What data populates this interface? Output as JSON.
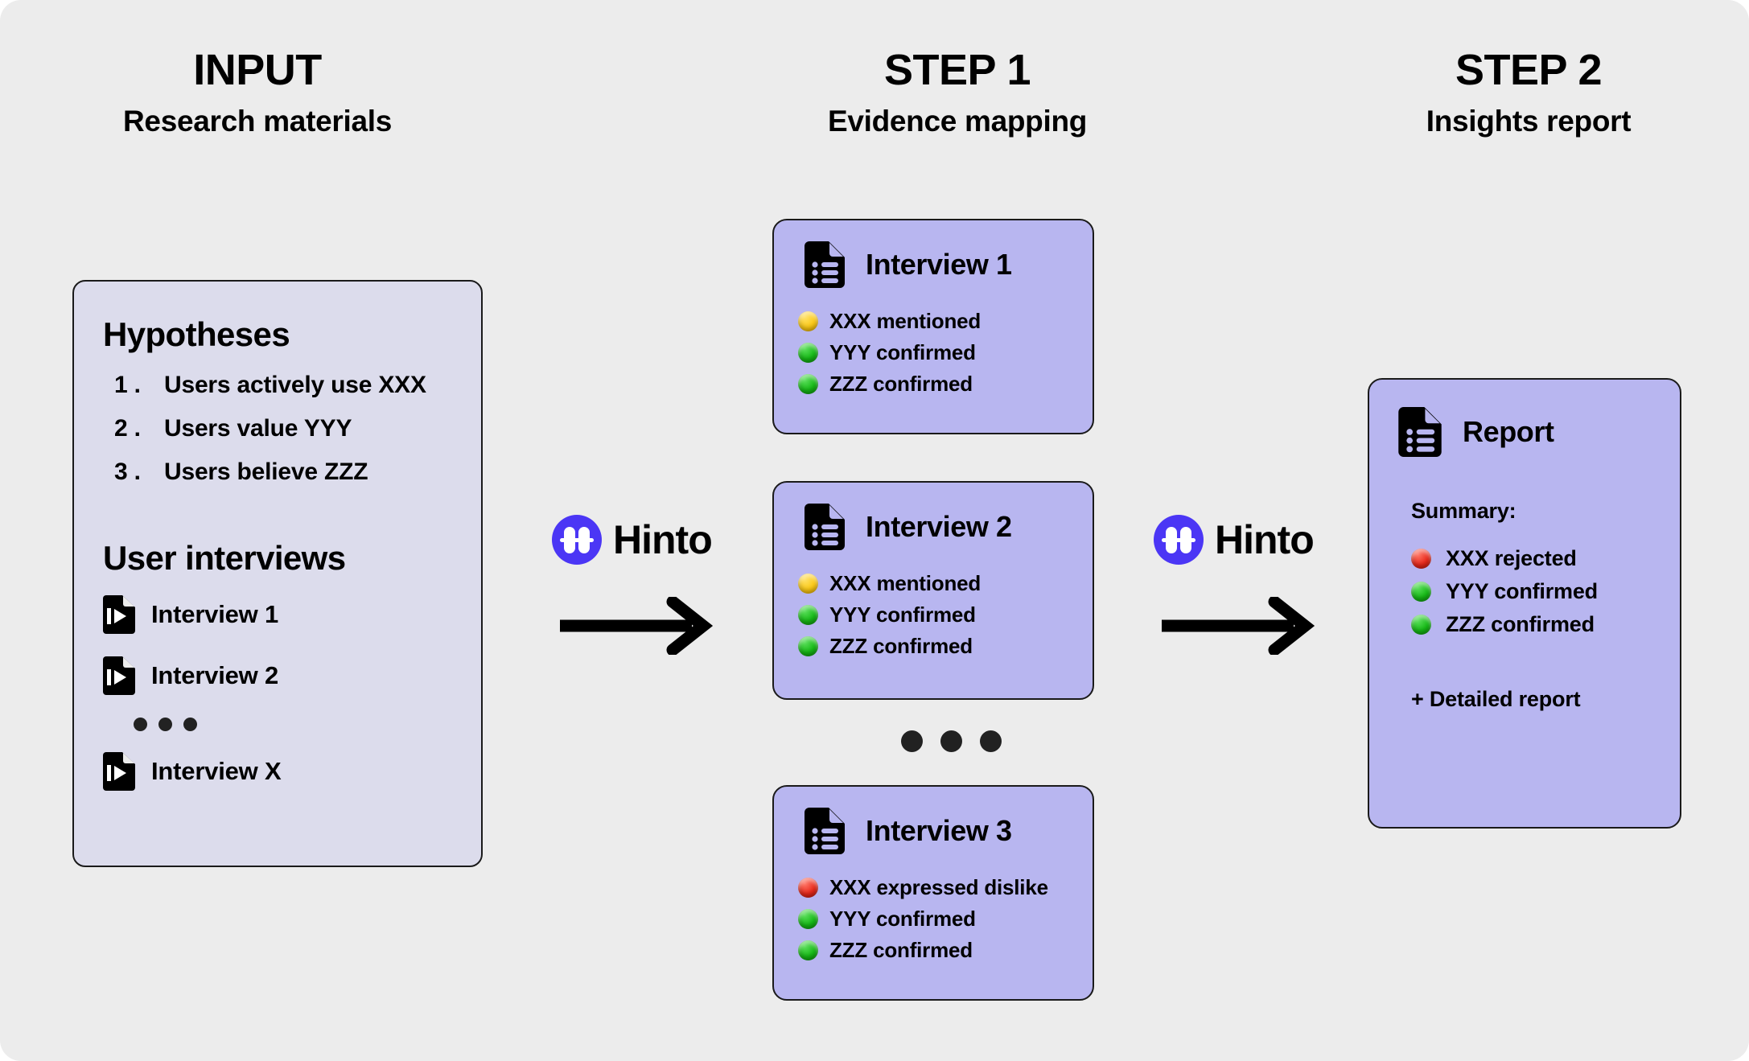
{
  "theme": {
    "background": "#ececec",
    "input_card_fill": "#dcdcec",
    "evidence_card_fill": "#b8b6f0",
    "brand_purple": "#4b36f5",
    "status_yellow": "#fbc916",
    "status_green": "#16b916",
    "status_red": "#e8291b",
    "text": "#000000"
  },
  "columns": {
    "input": {
      "title": "INPUT",
      "subtitle": "Research materials"
    },
    "step1": {
      "title": "STEP 1",
      "subtitle": "Evidence mapping"
    },
    "step2": {
      "title": "STEP 2",
      "subtitle": "Insights report"
    }
  },
  "input_card": {
    "hypotheses_title": "Hypotheses",
    "hypotheses": [
      {
        "num": "1 .",
        "text": "Users actively use XXX"
      },
      {
        "num": "2 .",
        "text": "Users value YYY"
      },
      {
        "num": "3 .",
        "text": "Users believe ZZZ"
      }
    ],
    "interviews_title": "User interviews",
    "interviews": [
      {
        "label": "Interview 1",
        "icon": "video-file-icon"
      },
      {
        "label": "Interview 2",
        "icon": "video-file-icon"
      },
      {
        "label": "Interview X",
        "icon": "video-file-icon"
      }
    ],
    "ellipsis": "•••"
  },
  "connectors": [
    {
      "label": "Hinto",
      "icon": "hinto-logo-icon",
      "arrow": "arrow-right-icon"
    },
    {
      "label": "Hinto",
      "icon": "hinto-logo-icon",
      "arrow": "arrow-right-icon"
    }
  ],
  "evidence_cards": [
    {
      "title": "Interview 1",
      "icon": "document-list-icon",
      "findings": [
        {
          "status": "yellow",
          "text": "XXX  mentioned"
        },
        {
          "status": "green",
          "text": "YYY confirmed"
        },
        {
          "status": "green",
          "text": "ZZZ confirmed"
        }
      ]
    },
    {
      "title": "Interview 2",
      "icon": "document-list-icon",
      "findings": [
        {
          "status": "yellow",
          "text": "XXX  mentioned"
        },
        {
          "status": "green",
          "text": "YYY confirmed"
        },
        {
          "status": "green",
          "text": "ZZZ confirmed"
        }
      ]
    },
    {
      "title": "Interview 3",
      "icon": "document-list-icon",
      "findings": [
        {
          "status": "red",
          "text": "XXX  expressed dislike"
        },
        {
          "status": "green",
          "text": "YYY confirmed"
        },
        {
          "status": "green",
          "text": "ZZZ confirmed"
        }
      ]
    }
  ],
  "evidence_separator": "•••",
  "report_card": {
    "title": "Report",
    "icon": "document-list-icon",
    "summary_label": "Summary:",
    "findings": [
      {
        "status": "red",
        "text": "XXX rejected"
      },
      {
        "status": "green",
        "text": "YYY confirmed"
      },
      {
        "status": "green",
        "text": "ZZZ confirmed"
      }
    ],
    "footer": "+ Detailed report"
  }
}
